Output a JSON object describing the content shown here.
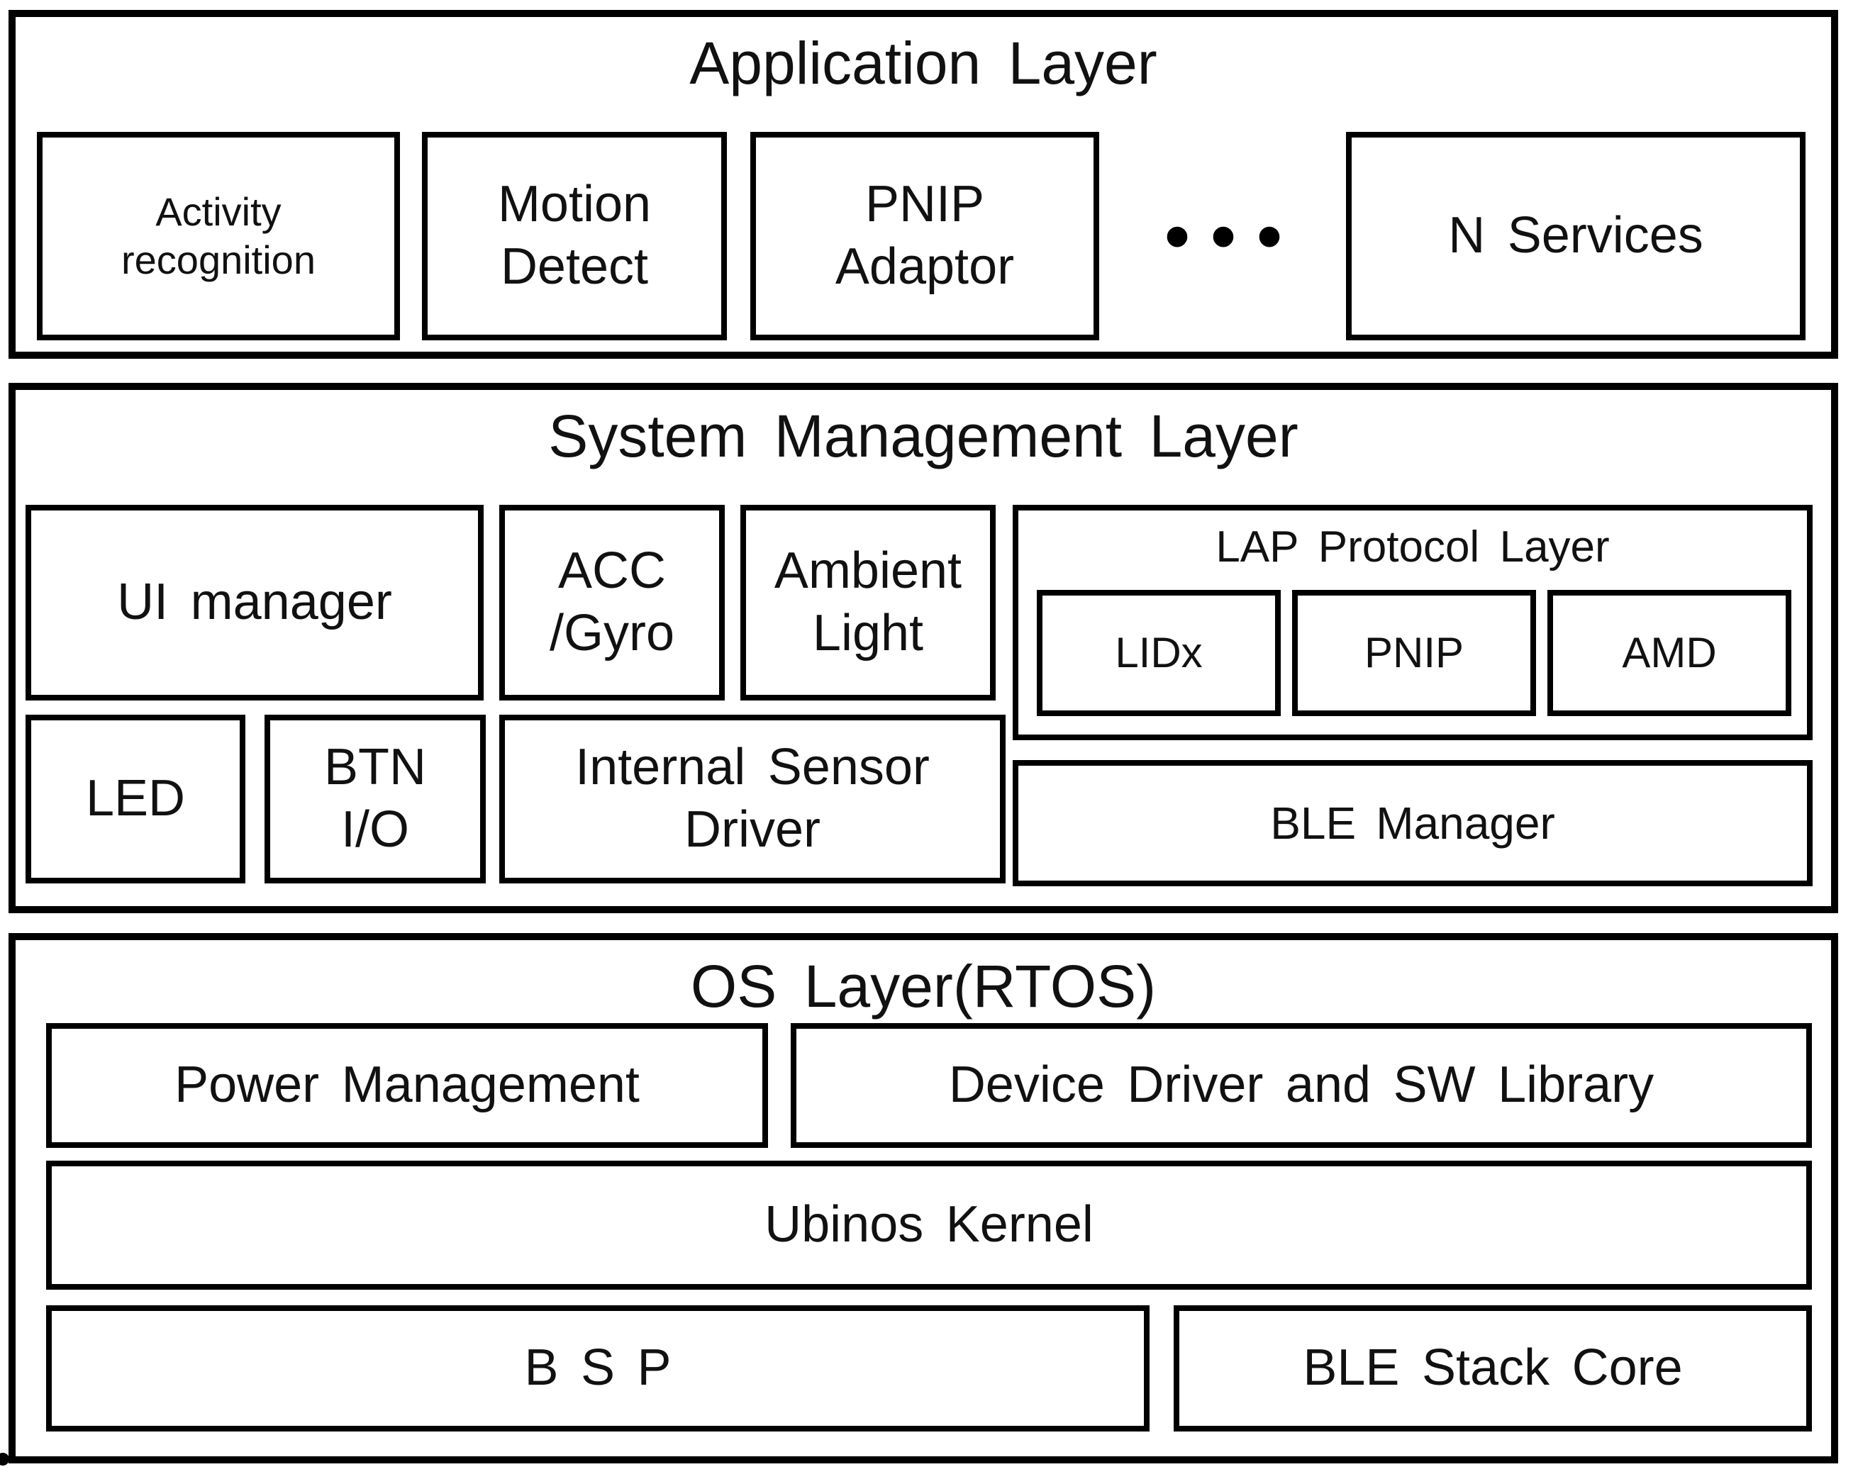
{
  "colors": {
    "background": "#ffffff",
    "border": "#000000",
    "text": "#111111"
  },
  "application_layer": {
    "title": "Application Layer",
    "boxes": {
      "activity": "Activity\nrecognition",
      "motion": "Motion\nDetect",
      "pnip_adaptor": "PNIP\nAdaptor",
      "n_services": "N Services"
    },
    "ellipsis": "•••"
  },
  "system_management_layer": {
    "title": "System Management Layer",
    "boxes": {
      "ui_manager": "UI manager",
      "acc_gyro": "ACC\n/Gyro",
      "ambient_light": "Ambient\nLight",
      "led": "LED",
      "btn_io": "BTN\nI/O",
      "internal_sensor_driver": "Internal Sensor\nDriver",
      "ble_manager": "BLE Manager"
    },
    "lap_protocol": {
      "title": "LAP Protocol Layer",
      "boxes": {
        "lidx": "LIDx",
        "pnip": "PNIP",
        "amd": "AMD"
      }
    }
  },
  "os_layer": {
    "title": "OS Layer(RTOS)",
    "boxes": {
      "power_management": "Power Management",
      "device_driver": "Device Driver and SW Library",
      "ubinos_kernel": "Ubinos Kernel",
      "bsp": "B S P",
      "ble_stack_core": "BLE Stack Core"
    }
  }
}
